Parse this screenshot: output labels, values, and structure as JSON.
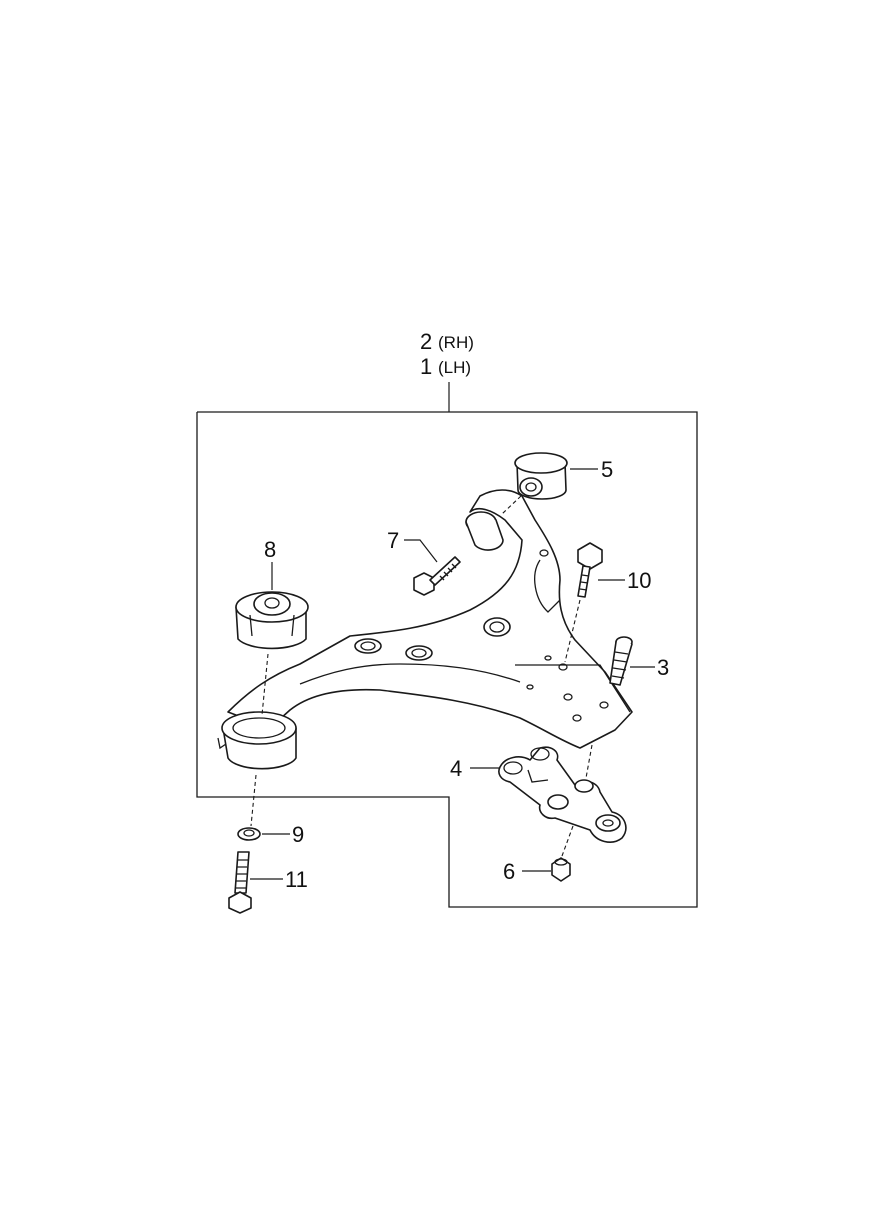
{
  "assembly": {
    "line1_number": "2",
    "line1_suffix": "(RH)",
    "line2_number": "1",
    "line2_suffix": "(LH)"
  },
  "callouts": {
    "p3": "3",
    "p4": "4",
    "p5": "5",
    "p6": "6",
    "p7": "7",
    "p8": "8",
    "p9": "9",
    "p10": "10",
    "p11": "11"
  }
}
